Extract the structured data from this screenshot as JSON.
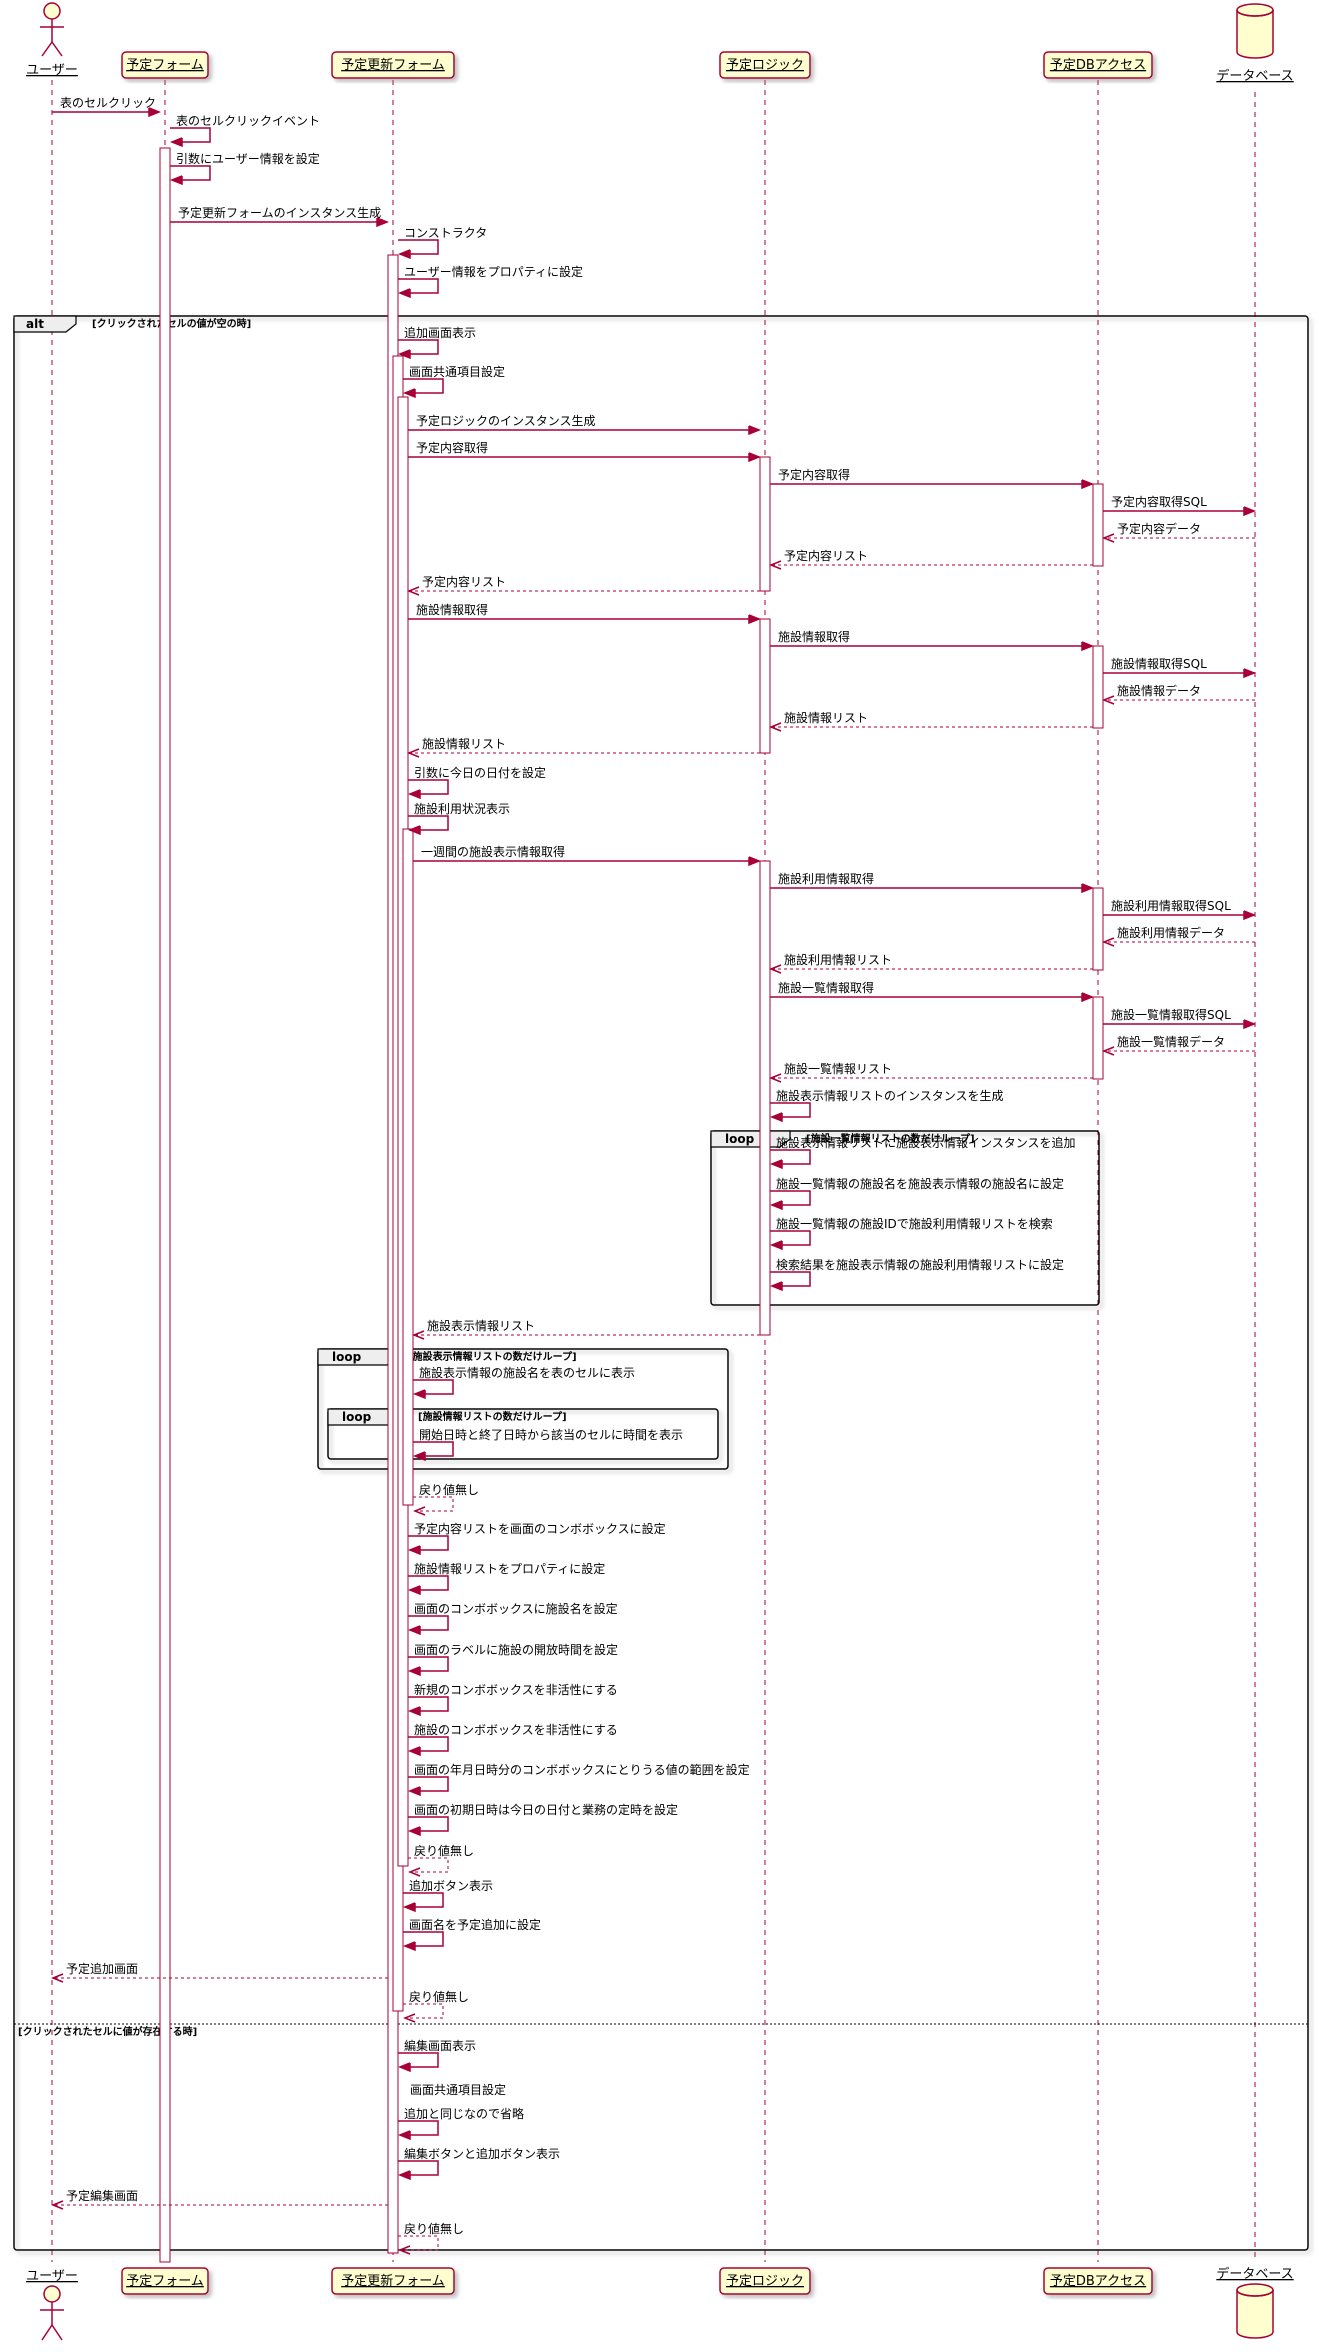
{
  "participants": [
    {
      "id": "user",
      "label": "ユーザー",
      "kind": "actor"
    },
    {
      "id": "form",
      "label": "予定フォーム",
      "kind": "box"
    },
    {
      "id": "upd",
      "label": "予定更新フォーム",
      "kind": "box"
    },
    {
      "id": "logic",
      "label": "予定ロジック",
      "kind": "box"
    },
    {
      "id": "dba",
      "label": "予定DBアクセス",
      "kind": "box"
    },
    {
      "id": "db",
      "label": "データベース",
      "kind": "database"
    }
  ],
  "messages": [
    {
      "from": "user",
      "to": "form",
      "label": "表のセルクリック",
      "type": "sync"
    },
    {
      "from": "form",
      "to": "form",
      "label": "表のセルクリックイベント",
      "type": "sync"
    },
    {
      "from": "form",
      "to": "form",
      "label": "引数にユーザー情報を設定",
      "type": "sync"
    },
    {
      "from": "form",
      "to": "upd",
      "label": "予定更新フォームのインスタンス生成",
      "type": "sync"
    },
    {
      "from": "upd",
      "to": "upd",
      "label": "コンストラクタ",
      "type": "sync"
    },
    {
      "from": "upd",
      "to": "upd",
      "label": "ユーザー情報をプロパティに設定",
      "type": "sync"
    },
    {
      "from": "upd",
      "to": "upd",
      "label": "追加画面表示",
      "type": "sync"
    },
    {
      "from": "upd",
      "to": "upd",
      "label": "画面共通項目設定",
      "type": "sync"
    },
    {
      "from": "upd",
      "to": "logic",
      "label": "予定ロジックのインスタンス生成",
      "type": "sync"
    },
    {
      "from": "upd",
      "to": "logic",
      "label": "予定内容取得",
      "type": "sync"
    },
    {
      "from": "logic",
      "to": "dba",
      "label": "予定内容取得",
      "type": "sync"
    },
    {
      "from": "dba",
      "to": "db",
      "label": "予定内容取得SQL",
      "type": "sync"
    },
    {
      "from": "db",
      "to": "dba",
      "label": "予定内容データ",
      "type": "return"
    },
    {
      "from": "dba",
      "to": "logic",
      "label": "予定内容リスト",
      "type": "return"
    },
    {
      "from": "logic",
      "to": "upd",
      "label": "予定内容リスト",
      "type": "return"
    },
    {
      "from": "upd",
      "to": "logic",
      "label": "施設情報取得",
      "type": "sync"
    },
    {
      "from": "logic",
      "to": "dba",
      "label": "施設情報取得",
      "type": "sync"
    },
    {
      "from": "dba",
      "to": "db",
      "label": "施設情報取得SQL",
      "type": "sync"
    },
    {
      "from": "db",
      "to": "dba",
      "label": "施設情報データ",
      "type": "return"
    },
    {
      "from": "dba",
      "to": "logic",
      "label": "施設情報リスト",
      "type": "return"
    },
    {
      "from": "logic",
      "to": "upd",
      "label": "施設情報リスト",
      "type": "return"
    },
    {
      "from": "upd",
      "to": "upd",
      "label": "引数に今日の日付を設定",
      "type": "sync"
    },
    {
      "from": "upd",
      "to": "upd",
      "label": "施設利用状況表示",
      "type": "sync"
    },
    {
      "from": "upd",
      "to": "logic",
      "label": "一週間の施設表示情報取得",
      "type": "sync"
    },
    {
      "from": "logic",
      "to": "dba",
      "label": "施設利用情報取得",
      "type": "sync"
    },
    {
      "from": "dba",
      "to": "db",
      "label": "施設利用情報取得SQL",
      "type": "sync"
    },
    {
      "from": "db",
      "to": "dba",
      "label": "施設利用情報データ",
      "type": "return"
    },
    {
      "from": "dba",
      "to": "logic",
      "label": "施設利用情報リスト",
      "type": "return"
    },
    {
      "from": "logic",
      "to": "dba",
      "label": "施設一覧情報取得",
      "type": "sync"
    },
    {
      "from": "dba",
      "to": "db",
      "label": "施設一覧情報取得SQL",
      "type": "sync"
    },
    {
      "from": "db",
      "to": "dba",
      "label": "施設一覧情報データ",
      "type": "return"
    },
    {
      "from": "dba",
      "to": "logic",
      "label": "施設一覧情報リスト",
      "type": "return"
    },
    {
      "from": "logic",
      "to": "logic",
      "label": "施設表示情報リストのインスタンスを生成",
      "type": "sync"
    },
    {
      "from": "logic",
      "to": "logic",
      "label": "施設表示情報リストに施設表示情報インスタンスを追加",
      "type": "sync"
    },
    {
      "from": "logic",
      "to": "logic",
      "label": "施設一覧情報の施設名を施設表示情報の施設名に設定",
      "type": "sync"
    },
    {
      "from": "logic",
      "to": "logic",
      "label": "施設一覧情報の施設IDで施設利用情報リストを検索",
      "type": "sync"
    },
    {
      "from": "logic",
      "to": "logic",
      "label": "検索結果を施設表示情報の施設利用情報リストに設定",
      "type": "sync"
    },
    {
      "from": "logic",
      "to": "upd",
      "label": "施設表示情報リスト",
      "type": "return"
    },
    {
      "from": "upd",
      "to": "upd",
      "label": "施設表示情報の施設名を表のセルに表示",
      "type": "sync"
    },
    {
      "from": "upd",
      "to": "upd",
      "label": "開始日時と終了日時から該当のセルに時間を表示",
      "type": "sync"
    },
    {
      "from": "upd",
      "to": "upd",
      "label": "戻り値無し",
      "type": "return"
    },
    {
      "from": "upd",
      "to": "upd",
      "label": "予定内容リストを画面のコンボボックスに設定",
      "type": "sync"
    },
    {
      "from": "upd",
      "to": "upd",
      "label": "施設情報リストをプロパティに設定",
      "type": "sync"
    },
    {
      "from": "upd",
      "to": "upd",
      "label": "画面のコンボボックスに施設名を設定",
      "type": "sync"
    },
    {
      "from": "upd",
      "to": "upd",
      "label": "画面のラベルに施設の開放時間を設定",
      "type": "sync"
    },
    {
      "from": "upd",
      "to": "upd",
      "label": "新規のコンボボックスを非活性にする",
      "type": "sync"
    },
    {
      "from": "upd",
      "to": "upd",
      "label": "施設のコンボボックスを非活性にする",
      "type": "sync"
    },
    {
      "from": "upd",
      "to": "upd",
      "label": "画面の年月日時分のコンボボックスにとりうる値の範囲を設定",
      "type": "sync"
    },
    {
      "from": "upd",
      "to": "upd",
      "label": "画面の初期日時は今日の日付と業務の定時を設定",
      "type": "sync"
    },
    {
      "from": "upd",
      "to": "upd",
      "label": "戻り値無し",
      "type": "return"
    },
    {
      "from": "upd",
      "to": "upd",
      "label": "追加ボタン表示",
      "type": "sync"
    },
    {
      "from": "upd",
      "to": "upd",
      "label": "画面名を予定追加に設定",
      "type": "sync"
    },
    {
      "from": "upd",
      "to": "user",
      "label": "予定追加画面",
      "type": "return"
    },
    {
      "from": "upd",
      "to": "upd",
      "label": "戻り値無し",
      "type": "return"
    },
    {
      "from": "upd",
      "to": "upd",
      "label": "編集画面表示",
      "type": "sync"
    },
    {
      "from": "upd",
      "to": "upd",
      "label": "画面共通項目設定",
      "type": "note"
    },
    {
      "from": "upd",
      "to": "upd",
      "label": "追加と同じなので省略",
      "type": "sync"
    },
    {
      "from": "upd",
      "to": "upd",
      "label": "編集ボタンと追加ボタン表示",
      "type": "sync"
    },
    {
      "from": "upd",
      "to": "user",
      "label": "予定編集画面",
      "type": "return"
    },
    {
      "from": "upd",
      "to": "upd",
      "label": "戻り値無し",
      "type": "return"
    }
  ],
  "fragments": [
    {
      "keyword": "alt",
      "guard": "[クリックされたセルの値が空の時]"
    },
    {
      "keyword": "",
      "guard": "[クリックされたセルに値が存在する時]"
    },
    {
      "keyword": "loop",
      "guard": "[施設一覧情報リストの数だけループ]"
    },
    {
      "keyword": "loop",
      "guard": "[施設表示情報リストの数だけループ]"
    },
    {
      "keyword": "loop",
      "guard": "[施設情報リストの数だけループ]"
    }
  ],
  "colors": {
    "arrow": "#a80036",
    "lifeline": "#a80036",
    "participant_fill": "#fefece",
    "participant_border": "#a80036",
    "activation_fill": "#ffffff",
    "frame_border": "#000000",
    "frame_tab_fill": "#eeeeee",
    "text": "#000000"
  }
}
